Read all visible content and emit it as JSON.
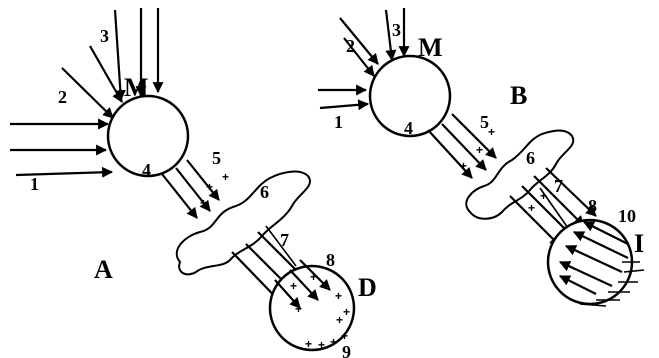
{
  "colors": {
    "ink": "#000000",
    "paper": "#ffffff"
  },
  "panel_a": {
    "label": "A",
    "sphere_m": "M",
    "sphere_d": "D",
    "rays": [
      "1",
      "2",
      "3"
    ],
    "emitted": "4",
    "charge_side": "5",
    "obstacle": "6",
    "passing": "7",
    "target_side": "8",
    "target_bottom": "9"
  },
  "panel_b": {
    "label": "B",
    "sphere_m": "M",
    "sphere_i": "I",
    "rays": [
      "1",
      "2",
      "3"
    ],
    "emitted": "4",
    "charge_side": "5",
    "obstacle": "6",
    "passing": "7",
    "target_side": "8",
    "reflected": "10"
  },
  "charge_symbol": "+"
}
